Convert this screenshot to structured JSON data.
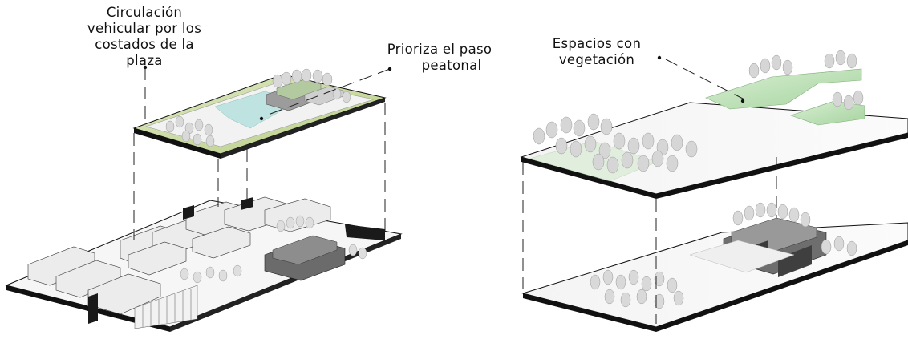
{
  "annotations": {
    "vehicular": [
      "Circulación",
      "vehicular  por los",
      "costados de la",
      "plaza"
    ],
    "peatonal": [
      "Prioriza el paso",
      "peatonal"
    ],
    "vegetacion": [
      "Espacios con",
      "vegetación"
    ]
  },
  "colors": {
    "outline": "#111111",
    "leader": "#222222",
    "grass": "#c9d9a4",
    "pedestrian": "#bfe3e0",
    "vegetation": "#b9dcb4",
    "building": "#e9e9e9",
    "tree": "#d6d6d6",
    "slab_edge": "#111111",
    "dark_building": "#5a5a5a"
  }
}
